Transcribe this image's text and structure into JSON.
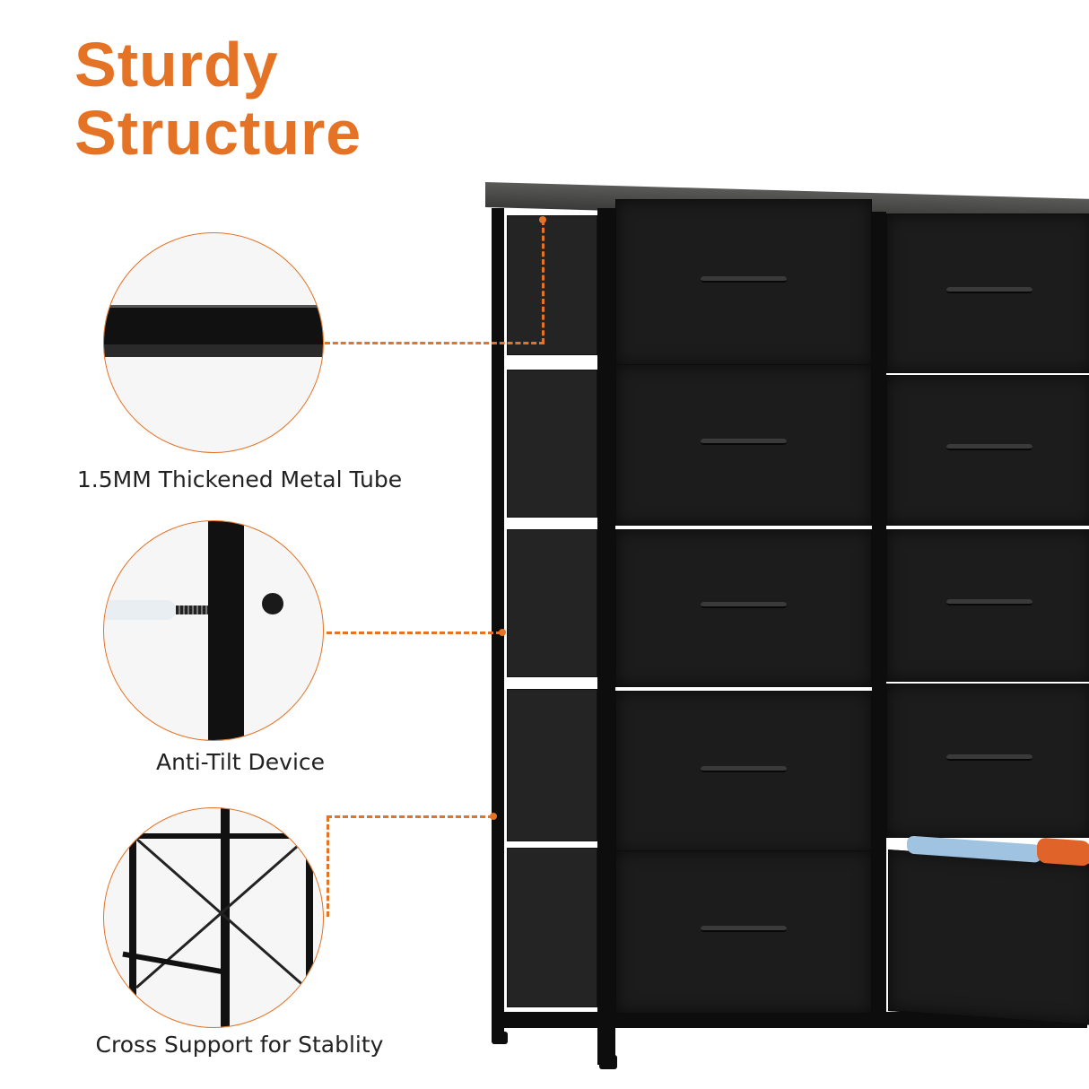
{
  "title": {
    "line1": "Sturdy",
    "line2": "Structure"
  },
  "features": [
    {
      "label": "1.5MM Thickened Metal Tube",
      "icon": "metal-tube-closeup"
    },
    {
      "label": "Anti-Tilt Device",
      "icon": "anti-tilt-screw-closeup"
    },
    {
      "label": "Cross Support for Stablity",
      "icon": "cross-support-closeup"
    }
  ],
  "colors": {
    "accent": "#e57325",
    "frame": "#0d0d0d",
    "fabric": "#1c1c1c",
    "top": "#4a4a48"
  }
}
